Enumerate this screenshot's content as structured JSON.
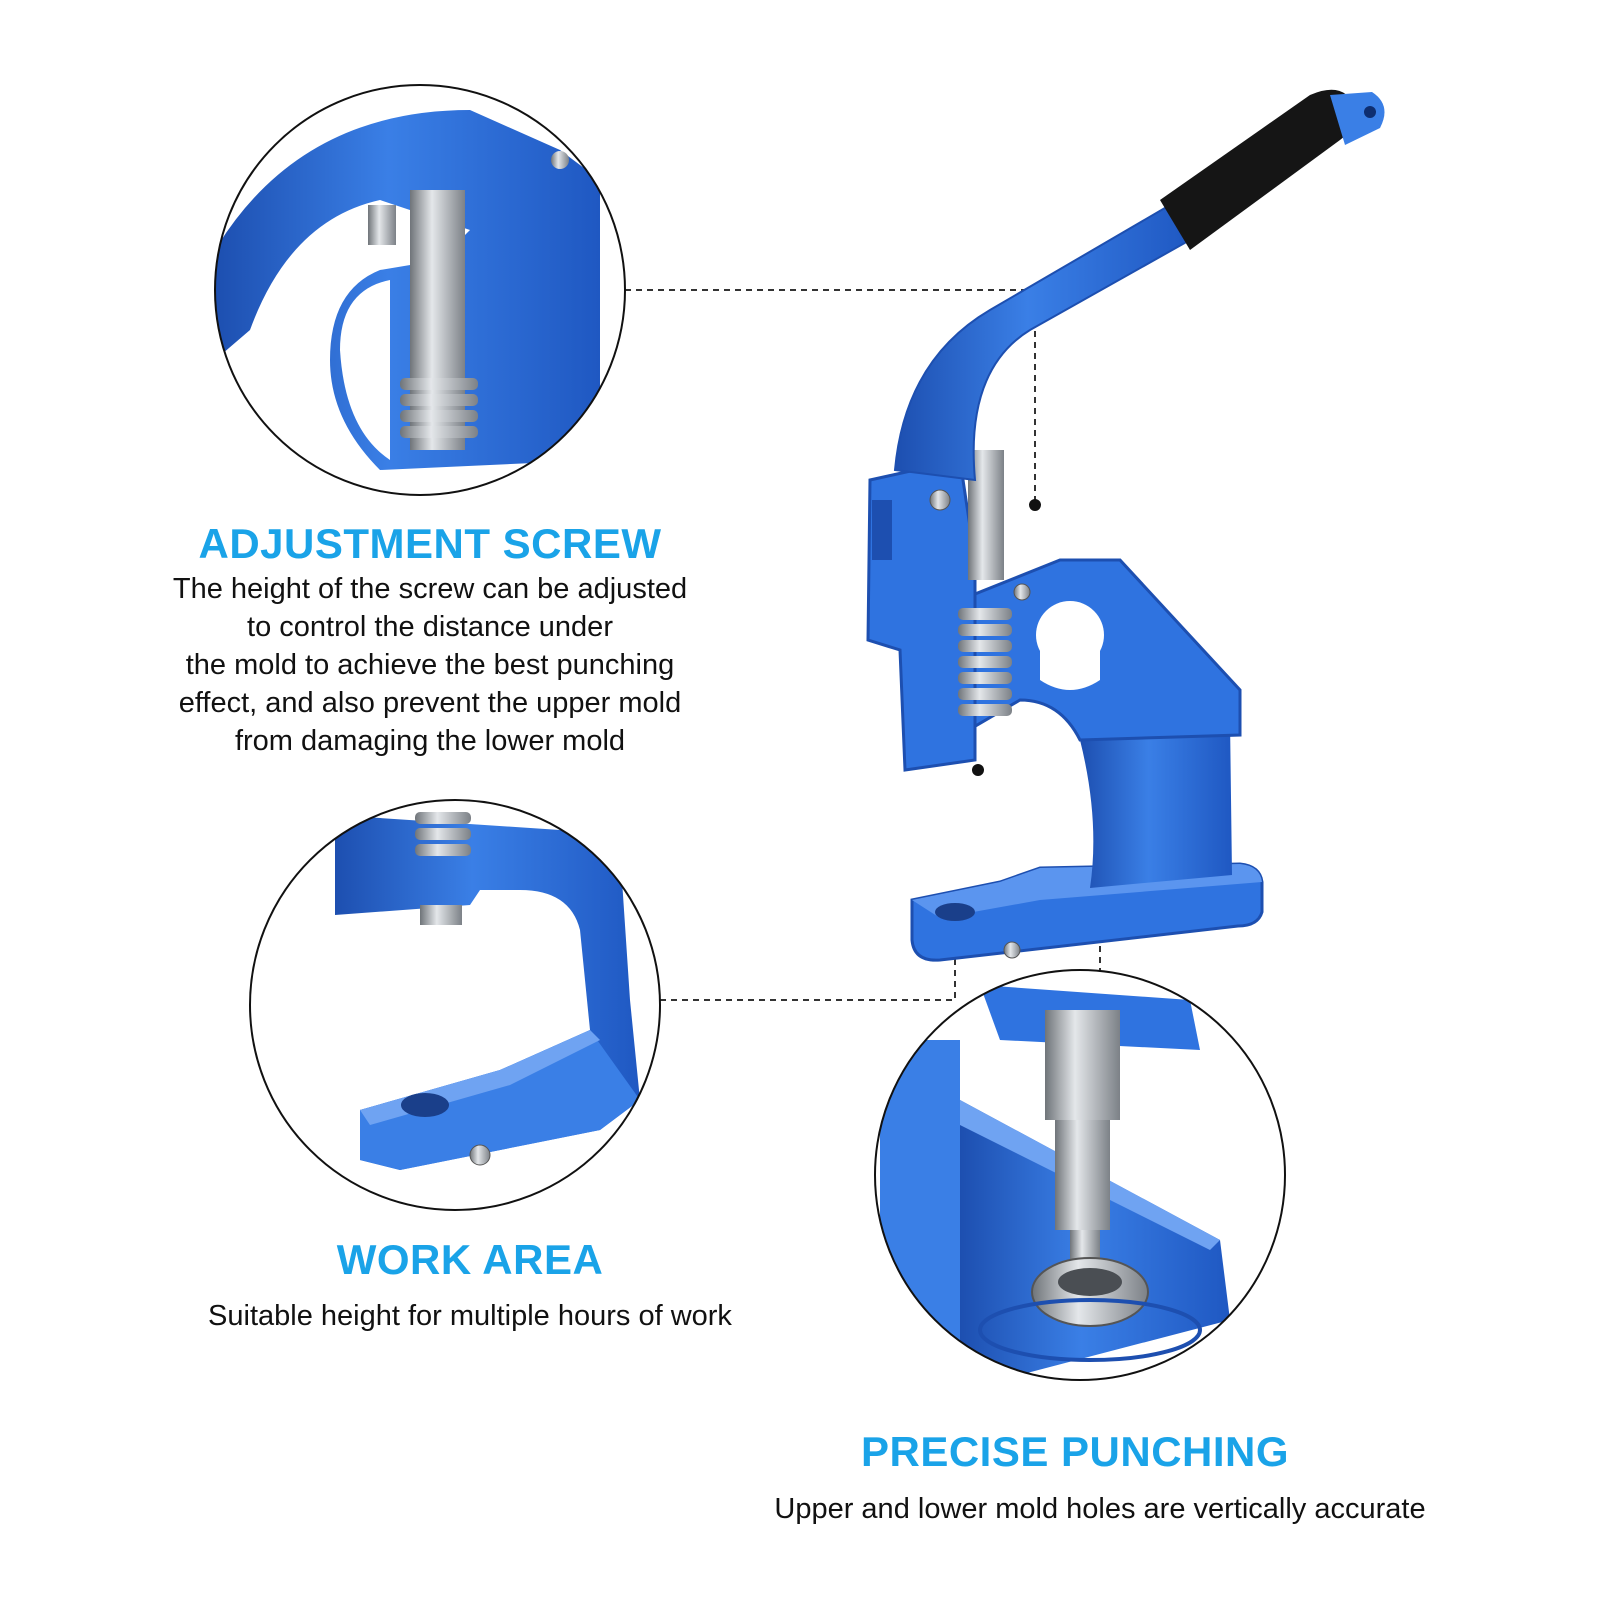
{
  "colors": {
    "accent_title": "#1aa3e8",
    "machine_blue": "#2f73e0",
    "machine_blue_dark": "#1d4fb0",
    "machine_blue_light": "#5b95ef",
    "steel": "#b9bdc2",
    "grip": "#111111"
  },
  "features": [
    {
      "title": "ADJUSTMENT SCREW",
      "lines": [
        "The height of the screw can be adjusted",
        "to control the distance under",
        "the mold to achieve the best punching",
        "effect, and also prevent the upper mold",
        "from damaging the lower mold"
      ]
    },
    {
      "title": "WORK AREA",
      "lines": [
        "Suitable height for multiple hours of work"
      ]
    },
    {
      "title": "PRECISE PUNCHING",
      "lines": [
        "Upper and lower mold holes are vertically accurate"
      ]
    }
  ],
  "icons": [
    "hand-press-machine-icon",
    "adjustment-screw-closeup-icon",
    "work-area-closeup-icon",
    "punching-die-closeup-icon"
  ]
}
